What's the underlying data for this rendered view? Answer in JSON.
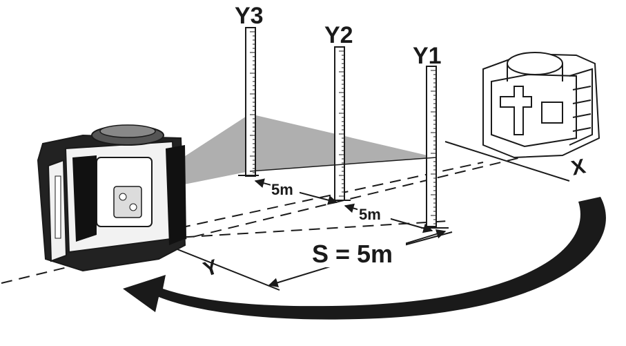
{
  "labels": {
    "y3": "Y3",
    "y2": "Y2",
    "y1": "Y1",
    "dist_a": "5m",
    "dist_b": "5m",
    "distance_s": "S = 5m",
    "axis_y": "Y",
    "axis_x": "X"
  },
  "colors": {
    "ink": "#1a1a1a",
    "laser_plane": "#a6a6a6",
    "device_body": "#f2f2f2",
    "device_rubber": "#222222",
    "background": "#ffffff"
  },
  "icons": {
    "front_instrument": "rotating-laser-icon",
    "rear_instrument": "rotating-laser-outline-icon",
    "rotation_arrow": "curved-arrow-icon"
  }
}
